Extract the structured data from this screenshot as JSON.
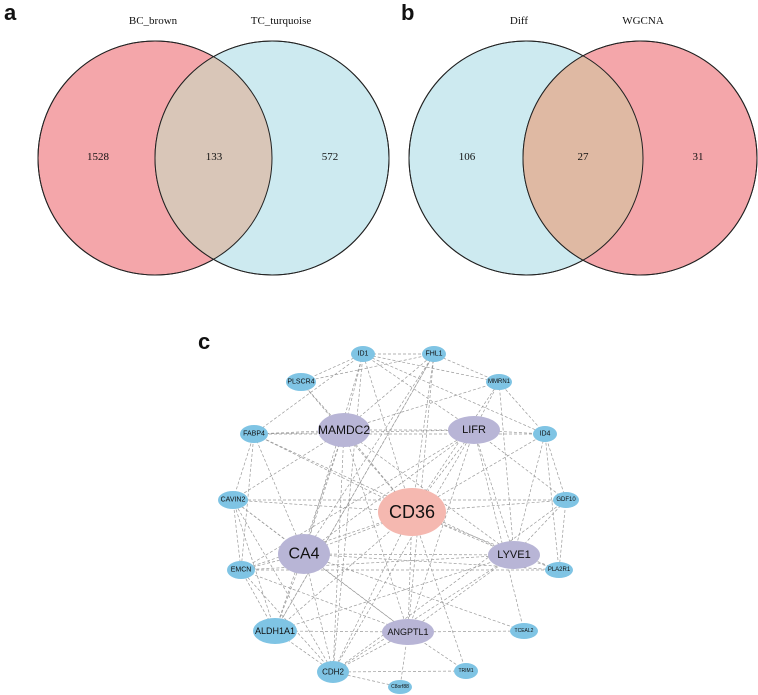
{
  "panels": {
    "a": {
      "letter": "a",
      "sets": [
        {
          "label": "BC_brown",
          "color": "#f4a6aa"
        },
        {
          "label": "TC_turquoise",
          "color": "#cdeaf0"
        }
      ],
      "counts": {
        "left_only": "1528",
        "overlap": "133",
        "right_only": "572"
      },
      "overlap_color": "#d9c6b8"
    },
    "b": {
      "letter": "b",
      "sets": [
        {
          "label": "Diff",
          "color": "#cdeaf0"
        },
        {
          "label": "WGCNA",
          "color": "#f4a6aa"
        }
      ],
      "counts": {
        "left_only": "106",
        "overlap": "27",
        "right_only": "31"
      },
      "overlap_color": "#dfb9a3"
    },
    "c": {
      "letter": "c",
      "hub_color": "#f5b8b0",
      "core_color": "#b8b5d6",
      "outer_color": "#7fc4e4",
      "nodes": [
        {
          "id": "CD36",
          "kind": "hub"
        },
        {
          "id": "MAMDC2",
          "kind": "core"
        },
        {
          "id": "LIFR",
          "kind": "core"
        },
        {
          "id": "CA4",
          "kind": "core"
        },
        {
          "id": "LYVE1",
          "kind": "core"
        },
        {
          "id": "ANGPTL1",
          "kind": "core"
        },
        {
          "id": "ID1",
          "kind": "outer"
        },
        {
          "id": "FHL1",
          "kind": "outer"
        },
        {
          "id": "MMRN1",
          "kind": "outer"
        },
        {
          "id": "PLSCR4",
          "kind": "outer"
        },
        {
          "id": "ID4",
          "kind": "outer"
        },
        {
          "id": "FABP4",
          "kind": "outer"
        },
        {
          "id": "GDF10",
          "kind": "outer"
        },
        {
          "id": "CAVIN2",
          "kind": "outer"
        },
        {
          "id": "PLA2R1",
          "kind": "outer"
        },
        {
          "id": "EMCN",
          "kind": "outer"
        },
        {
          "id": "TCEAL2",
          "kind": "outer"
        },
        {
          "id": "ALDH1A1",
          "kind": "outer"
        },
        {
          "id": "TRIM1",
          "kind": "outer"
        },
        {
          "id": "CDH2",
          "kind": "outer"
        },
        {
          "id": "C8orf88",
          "kind": "outer"
        }
      ],
      "edges": [
        [
          "CD36",
          "MAMDC2"
        ],
        [
          "CD36",
          "LIFR"
        ],
        [
          "CD36",
          "CA4"
        ],
        [
          "CD36",
          "LYVE1"
        ],
        [
          "CD36",
          "ANGPTL1"
        ],
        [
          "CD36",
          "ID1"
        ],
        [
          "CD36",
          "FHL1"
        ],
        [
          "CD36",
          "MMRN1"
        ],
        [
          "CD36",
          "FABP4"
        ],
        [
          "CD36",
          "ID4"
        ],
        [
          "CD36",
          "CAVIN2"
        ],
        [
          "CD36",
          "EMCN"
        ],
        [
          "CD36",
          "ALDH1A1"
        ],
        [
          "CD36",
          "CDH2"
        ],
        [
          "CD36",
          "PLA2R1"
        ],
        [
          "CD36",
          "GDF10"
        ],
        [
          "CD36",
          "TRIM1"
        ],
        [
          "CD36",
          "PLSCR4"
        ],
        [
          "MAMDC2",
          "LIFR"
        ],
        [
          "MAMDC2",
          "CA4"
        ],
        [
          "MAMDC2",
          "LYVE1"
        ],
        [
          "MAMDC2",
          "ANGPTL1"
        ],
        [
          "MAMDC2",
          "ID1"
        ],
        [
          "MAMDC2",
          "FHL1"
        ],
        [
          "MAMDC2",
          "PLSCR4"
        ],
        [
          "MAMDC2",
          "FABP4"
        ],
        [
          "MAMDC2",
          "CAVIN2"
        ],
        [
          "MAMDC2",
          "ALDH1A1"
        ],
        [
          "MAMDC2",
          "CDH2"
        ],
        [
          "MAMDC2",
          "MMRN1"
        ],
        [
          "LIFR",
          "CA4"
        ],
        [
          "LIFR",
          "LYVE1"
        ],
        [
          "LIFR",
          "ANGPTL1"
        ],
        [
          "LIFR",
          "ID4"
        ],
        [
          "LIFR",
          "MMRN1"
        ],
        [
          "LIFR",
          "ID1"
        ],
        [
          "LIFR",
          "GDF10"
        ],
        [
          "LIFR",
          "FABP4"
        ],
        [
          "LIFR",
          "CDH2"
        ],
        [
          "LIFR",
          "EMCN"
        ],
        [
          "CA4",
          "LYVE1"
        ],
        [
          "CA4",
          "ANGPTL1"
        ],
        [
          "CA4",
          "FABP4"
        ],
        [
          "CA4",
          "CAVIN2"
        ],
        [
          "CA4",
          "EMCN"
        ],
        [
          "CA4",
          "ALDH1A1"
        ],
        [
          "CA4",
          "CDH2"
        ],
        [
          "CA4",
          "ID1"
        ],
        [
          "CA4",
          "FHL1"
        ],
        [
          "CA4",
          "PLA2R1"
        ],
        [
          "CA4",
          "TCEAL2"
        ],
        [
          "LYVE1",
          "ANGPTL1"
        ],
        [
          "LYVE1",
          "ID4"
        ],
        [
          "LYVE1",
          "GDF10"
        ],
        [
          "LYVE1",
          "PLA2R1"
        ],
        [
          "LYVE1",
          "MMRN1"
        ],
        [
          "LYVE1",
          "CDH2"
        ],
        [
          "LYVE1",
          "ALDH1A1"
        ],
        [
          "LYVE1",
          "FABP4"
        ],
        [
          "LYVE1",
          "EMCN"
        ],
        [
          "ANGPTL1",
          "ALDH1A1"
        ],
        [
          "ANGPTL1",
          "CDH2"
        ],
        [
          "ANGPTL1",
          "EMCN"
        ],
        [
          "ANGPTL1",
          "C8orf88"
        ],
        [
          "ANGPTL1",
          "TRIM1"
        ],
        [
          "ANGPTL1",
          "FHL1"
        ],
        [
          "ANGPTL1",
          "CAVIN2"
        ],
        [
          "ANGPTL1",
          "TCEAL2"
        ],
        [
          "FABP4",
          "CAVIN2"
        ],
        [
          "FABP4",
          "EMCN"
        ],
        [
          "FABP4",
          "ID4"
        ],
        [
          "FABP4",
          "ID1"
        ],
        [
          "CAVIN2",
          "EMCN"
        ],
        [
          "CAVIN2",
          "ALDH1A1"
        ],
        [
          "CAVIN2",
          "GDF10"
        ],
        [
          "CAVIN2",
          "CDH2"
        ],
        [
          "EMCN",
          "ALDH1A1"
        ],
        [
          "EMCN",
          "CDH2"
        ],
        [
          "EMCN",
          "PLA2R1"
        ],
        [
          "ALDH1A1",
          "CDH2"
        ],
        [
          "ALDH1A1",
          "FHL1"
        ],
        [
          "ID1",
          "FHL1"
        ],
        [
          "ID1",
          "MMRN1"
        ],
        [
          "ID1",
          "ID4"
        ],
        [
          "ID1",
          "CDH2"
        ],
        [
          "FHL1",
          "MMRN1"
        ],
        [
          "FHL1",
          "ALDH1A1"
        ],
        [
          "MMRN1",
          "ID4"
        ],
        [
          "ID4",
          "GDF10"
        ],
        [
          "PLSCR4",
          "ID1"
        ],
        [
          "PLSCR4",
          "FHL1"
        ],
        [
          "CDH2",
          "TRIM1"
        ],
        [
          "CDH2",
          "C8orf88"
        ],
        [
          "CDH2",
          "GDF10"
        ],
        [
          "GDF10",
          "PLA2R1"
        ],
        [
          "TCEAL2",
          "LIFR"
        ],
        [
          "PLA2R1",
          "ID4"
        ]
      ]
    }
  }
}
